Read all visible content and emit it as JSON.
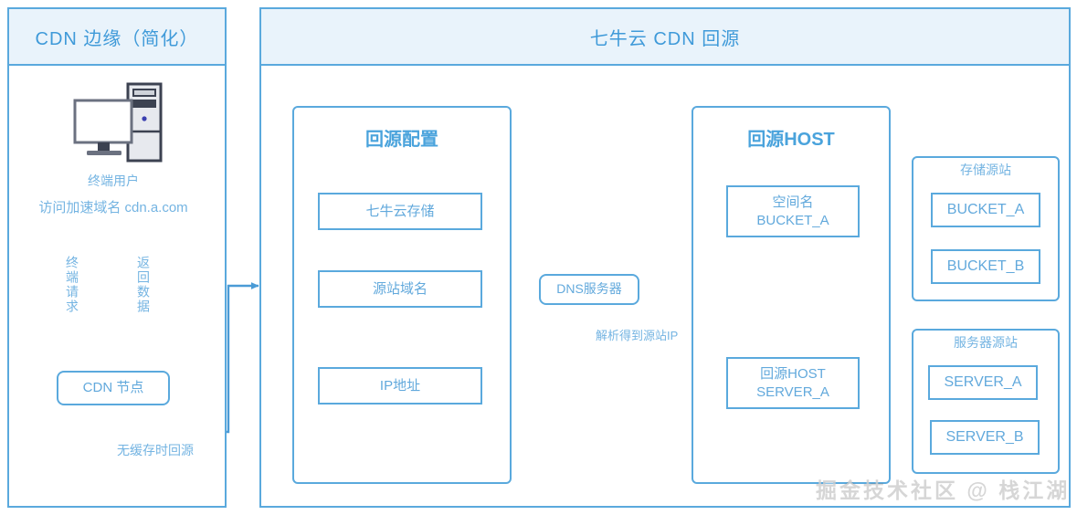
{
  "diagram": {
    "title_left": "CDN 边缘（简化）",
    "title_right": "七牛云 CDN 回源"
  },
  "left_panel": {
    "header": "CDN 边缘（简化）",
    "user_icon": "desktop-computer-icon",
    "user_label": "终端用户",
    "user_domain_label": "访问加速域名 cdn.a.com",
    "arrow_request_label": "终端请求",
    "arrow_response_label": "返回数据",
    "cdn_node": "CDN 节点",
    "miss_label": "无缓存时回源"
  },
  "right_panel": {
    "header": "七牛云 CDN 回源",
    "config_group": {
      "title": "回源配置",
      "items": [
        {
          "label": "七牛云存储"
        },
        {
          "label": "源站域名"
        },
        {
          "label": "IP地址"
        }
      ]
    },
    "dns": {
      "label": "DNS服务器",
      "resolve_label": "解析得到源站IP"
    },
    "host_group": {
      "title": "回源HOST",
      "items": [
        {
          "line1": "空间名",
          "line2": "BUCKET_A"
        },
        {
          "line1": "回源HOST",
          "line2": "SERVER_A"
        }
      ]
    },
    "storage_origin": {
      "title": "存储源站",
      "items": [
        "BUCKET_A",
        "BUCKET_B"
      ]
    },
    "server_origin": {
      "title": "服务器源站",
      "items": [
        "SERVER_A",
        "SERVER_B"
      ]
    }
  },
  "watermark": {
    "text": "掘金技术社区 @ 栈江湖"
  },
  "colors": {
    "stroke": "#5aa9dd",
    "header_fill": "#e9f3fb",
    "text": "#62a9dc",
    "title": "#4aa3dc"
  }
}
